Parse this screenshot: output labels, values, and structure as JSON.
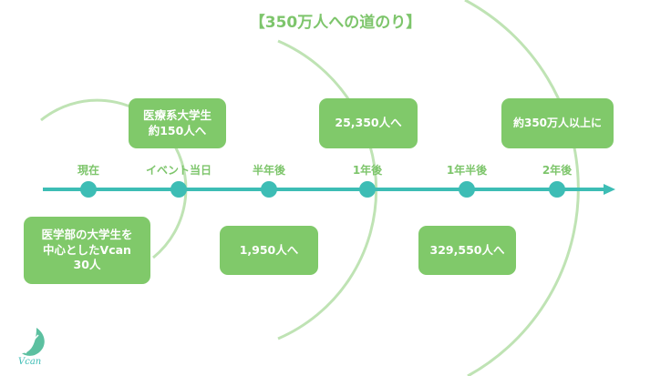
{
  "title": "【350万人への道のり】",
  "timeline": [
    {
      "label": "現在"
    },
    {
      "label": "イベント当日"
    },
    {
      "label": "半年後"
    },
    {
      "label": "1年後"
    },
    {
      "label": "1年半後"
    },
    {
      "label": "2年後"
    }
  ],
  "boxes": {
    "now": [
      "医学部の大学生を",
      "中心としたVcan",
      "30人"
    ],
    "event": [
      "医療系大学生",
      "約150人へ"
    ],
    "half_year": "1,950人へ",
    "one_year": "25,350人へ",
    "one_half_year": "329,550人へ",
    "two_year": "約350万人以上に"
  },
  "logo_text": "Vcan",
  "colors": {
    "line": "#3dbdb5",
    "box": "#80c96a",
    "arc": "#bfe3b4",
    "text": "#7dc56b"
  }
}
